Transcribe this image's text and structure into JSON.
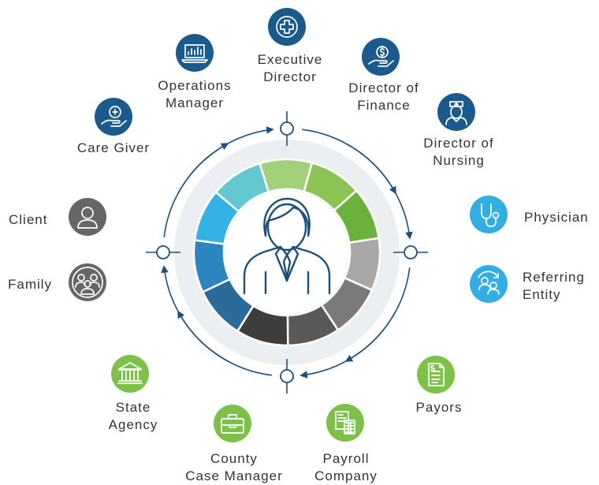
{
  "center": {
    "icon": "professional-person-icon"
  },
  "ring_segment_colors": [
    "#a4d07a",
    "#8cc453",
    "#6bb23d",
    "#a8a8a8",
    "#7a7a7a",
    "#595959",
    "#3d3d3d",
    "#2c6a99",
    "#2b85bf",
    "#34b1e5",
    "#63c8d1"
  ],
  "colors": {
    "navy": "#1a5a8c",
    "sky": "#33aee3",
    "green": "#7ec14a",
    "gray": "#666666",
    "arrow": "#1d4f7c",
    "halo": "#eceff2"
  },
  "stakeholders": [
    {
      "id": "executive-director",
      "label": "Executive\nDirector",
      "icon": "medical-cross-icon",
      "color": "navy"
    },
    {
      "id": "director-of-finance",
      "label": "Director of\nFinance",
      "icon": "dollar-hand-icon",
      "color": "navy"
    },
    {
      "id": "director-of-nursing",
      "label": "Director of\nNursing",
      "icon": "nurse-icon",
      "color": "navy"
    },
    {
      "id": "physician",
      "label": "Physician",
      "icon": "stethoscope-icon",
      "color": "sky"
    },
    {
      "id": "referring-entity",
      "label": "Referring\nEntity",
      "icon": "referral-people-icon",
      "color": "sky"
    },
    {
      "id": "payors",
      "label": "Payors",
      "icon": "document-dollar-icon",
      "color": "green"
    },
    {
      "id": "payroll-company",
      "label": "Payroll\nCompany",
      "icon": "payroll-calculator-icon",
      "color": "green"
    },
    {
      "id": "county-case-manager",
      "label": "County\nCase Manager",
      "icon": "briefcase-icon",
      "color": "green"
    },
    {
      "id": "state-agency",
      "label": "State\nAgency",
      "icon": "government-building-icon",
      "color": "green"
    },
    {
      "id": "family",
      "label": "Family",
      "icon": "family-group-icon",
      "color": "gray"
    },
    {
      "id": "client",
      "label": "Client",
      "icon": "person-icon",
      "color": "gray"
    },
    {
      "id": "care-giver",
      "label": "Care Giver",
      "icon": "caring-hand-icon",
      "color": "navy"
    },
    {
      "id": "operations-manager",
      "label": "Operations\nManager",
      "icon": "laptop-chart-icon",
      "color": "navy"
    }
  ]
}
